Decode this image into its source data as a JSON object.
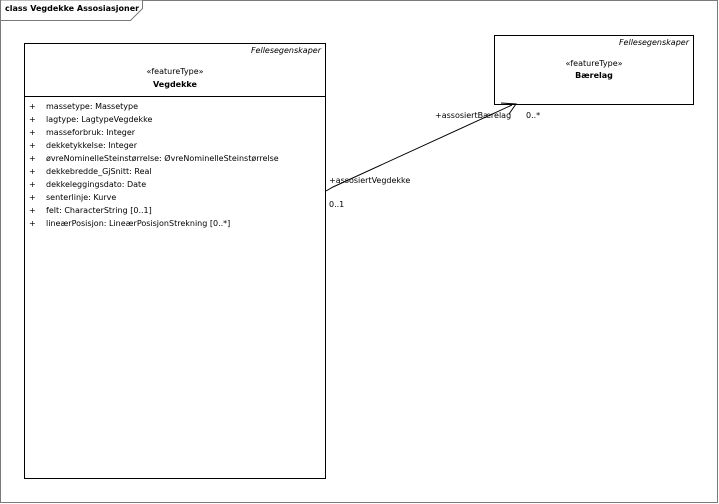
{
  "frame": {
    "title": "class Vegdekke Assosiasjoner"
  },
  "classes": [
    {
      "package": "Fellesegenskaper",
      "stereotype": "«featureType»",
      "name": "Vegdekke",
      "attributes": [
        {
          "visibility": "+",
          "text": "massetype: Massetype"
        },
        {
          "visibility": "+",
          "text": "lagtype: LagtypeVegdekke"
        },
        {
          "visibility": "+",
          "text": "masseforbruk: Integer"
        },
        {
          "visibility": "+",
          "text": "dekketykkelse: Integer"
        },
        {
          "visibility": "+",
          "text": "øvreNominelleSteinstørrelse: ØvreNominelleSteinstørrelse"
        },
        {
          "visibility": "+",
          "text": "dekkebredde_GjSnitt: Real"
        },
        {
          "visibility": "+",
          "text": "dekkeleggingsdato: Date"
        },
        {
          "visibility": "+",
          "text": "senterlinje: Kurve"
        },
        {
          "visibility": "+",
          "text": "felt: CharacterString [0..1]"
        },
        {
          "visibility": "+",
          "text": "lineærPosisjon: LineærPosisjonStrekning [0..*]"
        }
      ]
    },
    {
      "package": "Fellesegenskaper",
      "stereotype": "«featureType»",
      "name": "Bærelag"
    }
  ],
  "association": {
    "target_role": "+assosiertBærelag",
    "target_multiplicity": "0..*",
    "source_role": "+assosiertVegdekke",
    "source_multiplicity": "0..1"
  }
}
